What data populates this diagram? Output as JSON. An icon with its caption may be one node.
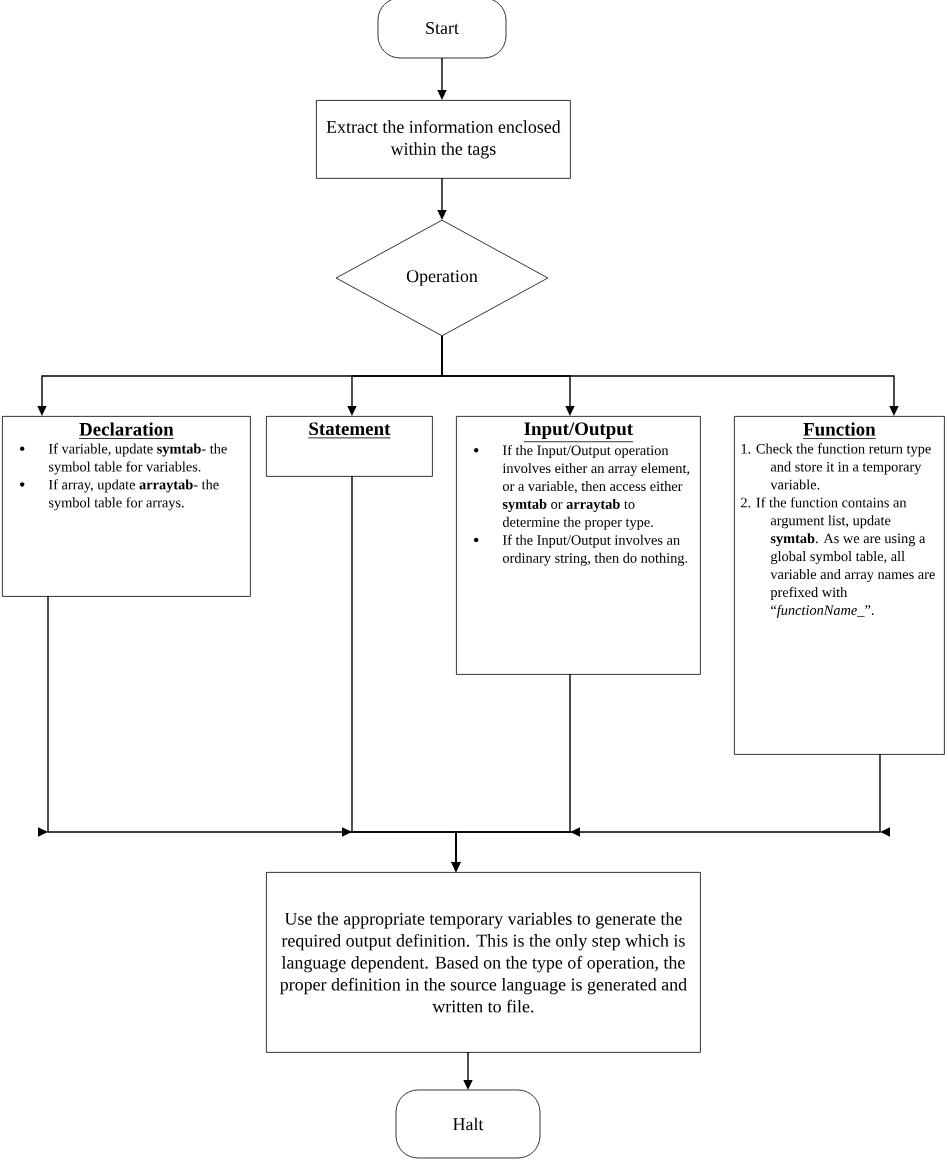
{
  "diagram": {
    "nodes": [
      {
        "text": [
          "Start"
        ]
      },
      {
        "text": [
          "Extract the information enclosed within the tags"
        ]
      },
      {
        "text": [
          "Operation"
        ]
      },
      {
        "text": [
          "Declaration",
          "If variable, update **symtab**- the symbol table for variables.",
          "If array, update **arraytab**- the symbol table for arrays."
        ]
      },
      {
        "text": [
          "Statement"
        ]
      },
      {
        "text": [
          "Input/Output",
          "If the Input/Output operation involves either an array element, or a variable, then access either **symtab** or **arraytab** to determine the proper type.",
          "If the Input/Output involves an ordinary string, then do nothing."
        ]
      },
      {
        "text": [
          "Function",
          "1. Check the function return type and store it in a temporary variable.",
          "2. If the function contains an argument list, update **symtab**. As we are using a global symbol table, all variable and array names are prefixed with “*functionName_*”."
        ]
      },
      {
        "text": [
          "Use the appropriate temporary variables to generate the required output definition. This is the only step which is language dependent. Based on the type of operation, the proper definition in the source language is generated and written to file."
        ]
      },
      {
        "text": [
          "Halt"
        ]
      }
    ],
    "edges": [
      {
        "from": 0,
        "to": 1,
        "arrow": "to"
      },
      {
        "from": 1,
        "to": 2,
        "arrow": "to"
      },
      {
        "from": 2,
        "to": 3,
        "arrow": "to"
      },
      {
        "from": 2,
        "to": 4,
        "arrow": "to"
      },
      {
        "from": 2,
        "to": 5,
        "arrow": "to"
      },
      {
        "from": 2,
        "to": 6,
        "arrow": "to"
      },
      {
        "from": 3,
        "to": 7,
        "arrow": "to"
      },
      {
        "from": 4,
        "to": 7,
        "arrow": "to"
      },
      {
        "from": 5,
        "to": 7,
        "arrow": "to"
      },
      {
        "from": 6,
        "to": 7,
        "arrow": "to"
      },
      {
        "from": 7,
        "to": 8,
        "arrow": "to"
      }
    ]
  }
}
